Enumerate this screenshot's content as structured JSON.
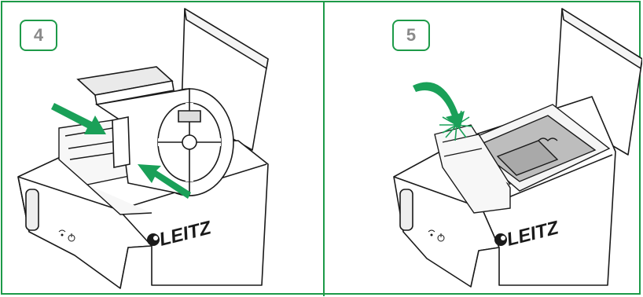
{
  "steps": [
    {
      "number": "4",
      "brand": "LEITZ"
    },
    {
      "number": "5",
      "brand": "LEITZ"
    }
  ],
  "colors": {
    "accent": "#1d9a48",
    "arrow": "#1aa058",
    "ink": "#1a1a1a",
    "paper": "#ffffff",
    "label_gray": "#bdbdbd"
  },
  "icons": [
    "wifi-icon",
    "power-icon",
    "leitz-logo-icon",
    "insert-arrow-icon",
    "click-burst-icon"
  ]
}
